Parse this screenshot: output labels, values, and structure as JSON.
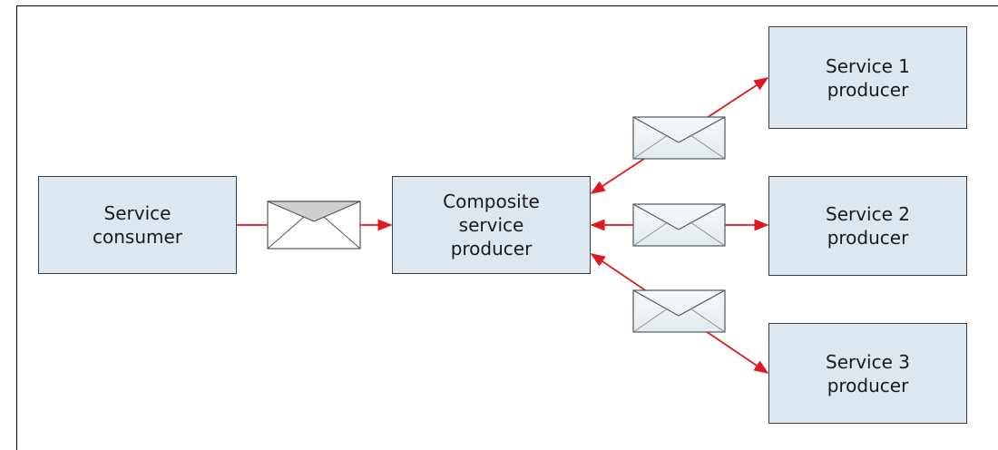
{
  "nodes": {
    "consumer": {
      "line1": "Service",
      "line2": "consumer"
    },
    "composite": {
      "line1": "Composite",
      "line2": "service",
      "line3": "producer"
    },
    "service1": {
      "line1": "Service 1",
      "line2": "producer"
    },
    "service2": {
      "line1": "Service 2",
      "line2": "producer"
    },
    "service3": {
      "line1": "Service 3",
      "line2": "producer"
    }
  },
  "colors": {
    "box_fill": "#dde7ef",
    "box_border": "#3c3c3c",
    "arrow": "#e0191f",
    "envelope_flap_dark": "#cfcfcf",
    "envelope_body_light": "#eef3f6"
  },
  "icons": [
    "envelope-icon",
    "arrow-head"
  ]
}
